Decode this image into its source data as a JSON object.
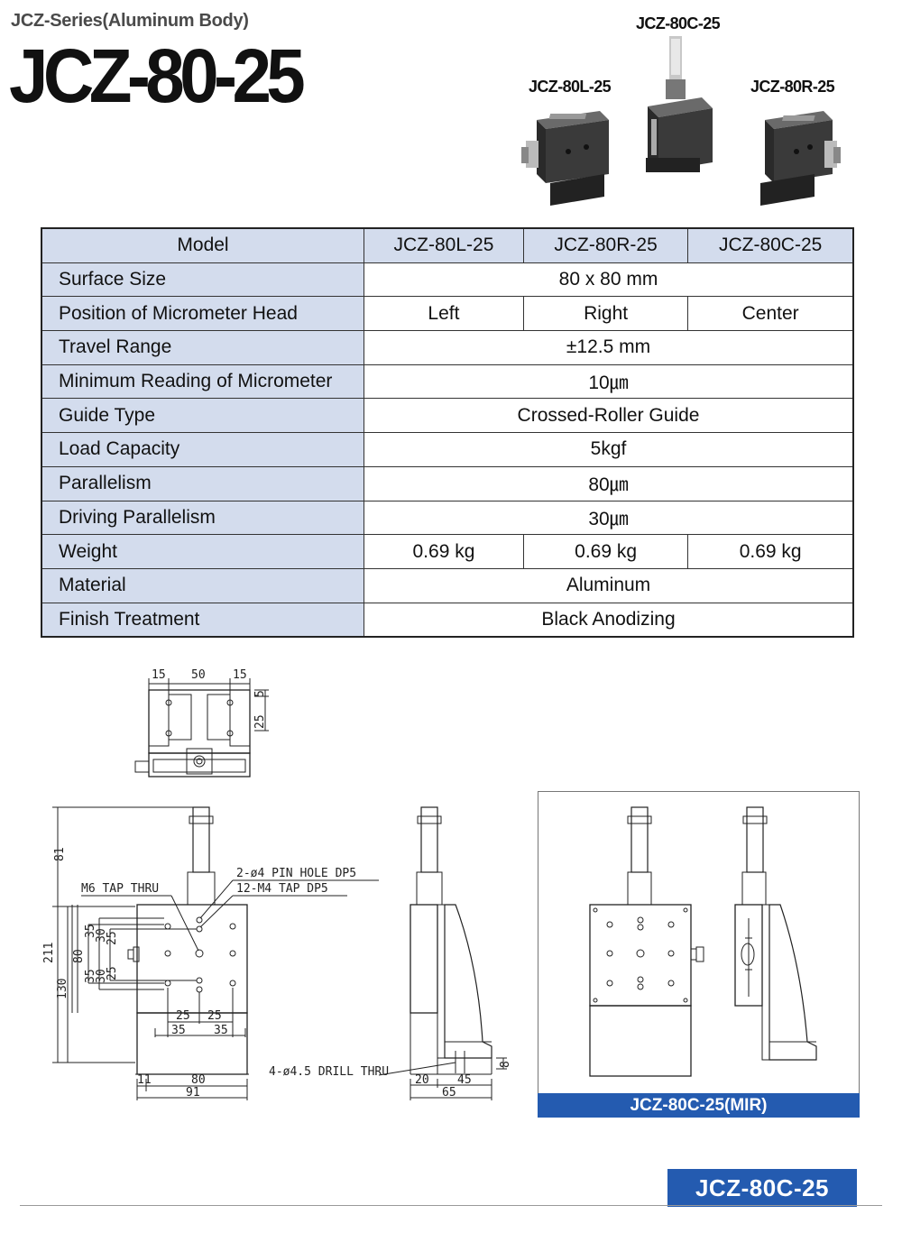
{
  "header": {
    "series": "JCZ-Series(Aluminum Body)",
    "title": "JCZ-80-25"
  },
  "products": {
    "left_label": "JCZ-80L-25",
    "center_label": "JCZ-80C-25",
    "right_label": "JCZ-80R-25"
  },
  "spec_table": {
    "head": {
      "label": "Model",
      "cols": [
        "JCZ-80L-25",
        "JCZ-80R-25",
        "JCZ-80C-25"
      ]
    },
    "rows": [
      {
        "label": "Surface Size",
        "value": "80 x 80 mm"
      },
      {
        "label": "Position of Micrometer Head",
        "values": [
          "Left",
          "Right",
          "Center"
        ]
      },
      {
        "label": "Travel Range",
        "value": "±12.5 mm"
      },
      {
        "label": "Minimum Reading of Micrometer",
        "value": "10㎛"
      },
      {
        "label": "Guide Type",
        "value": "Crossed-Roller Guide"
      },
      {
        "label": "Load Capacity",
        "value": "5kgf"
      },
      {
        "label": "Parallelism",
        "value": "80㎛"
      },
      {
        "label": "Driving Parallelism",
        "value": "30㎛"
      },
      {
        "label": "Weight",
        "values": [
          "0.69 kg",
          "0.69 kg",
          "0.69 kg"
        ]
      },
      {
        "label": "Material",
        "value": "Aluminum"
      },
      {
        "label": "Finish Treatment",
        "value": "Black Anodizing"
      }
    ]
  },
  "drawing": {
    "top_dims": [
      "15",
      "50",
      "15",
      "5",
      "25"
    ],
    "front_dims": {
      "d81": "81",
      "d211": "211",
      "d130": "130",
      "d80v": "80",
      "d35a": "35",
      "d30a": "30",
      "d25a": "25",
      "d35b": "35",
      "d30b": "30",
      "d25b": "25",
      "d25c": "25",
      "d25d": "25",
      "d35c": "35",
      "d35d": "35",
      "d11": "11",
      "d80h": "80",
      "d91": "91"
    },
    "notes": {
      "pin": "2-ø4  PIN HOLE DP5",
      "tap": "12-M4  TAP DP5",
      "m6": "M6  TAP THRU",
      "drill": "4-ø4.5  DRILL THRU"
    },
    "side_dims": {
      "d8": "8",
      "d20": "20",
      "d45": "45",
      "d65": "65"
    }
  },
  "mir_label": "JCZ-80C-25(MIR)",
  "footer_label": "JCZ-80C-25"
}
